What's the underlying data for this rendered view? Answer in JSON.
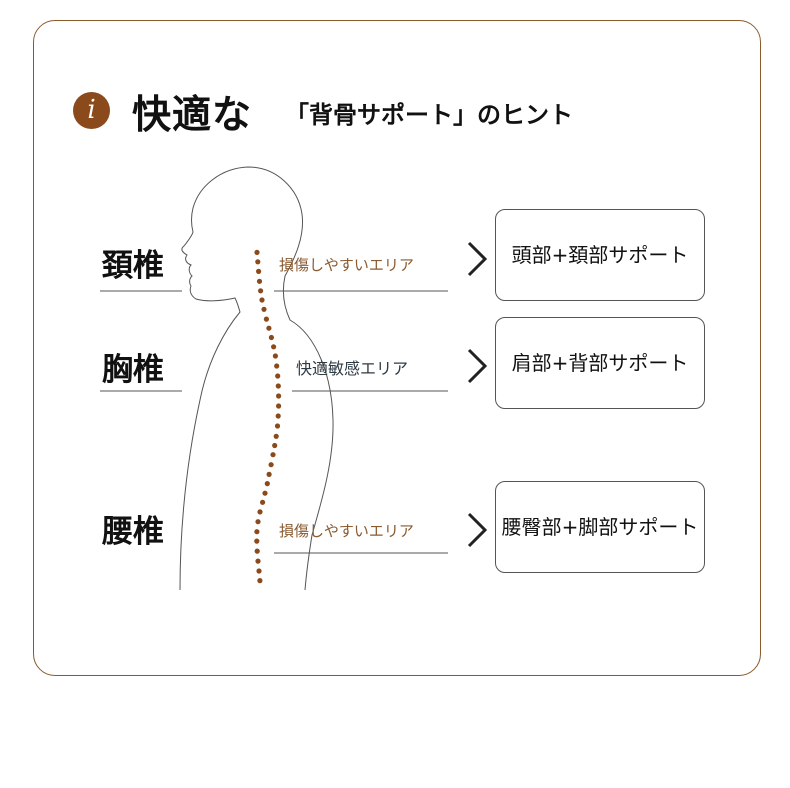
{
  "header": {
    "icon": "info-icon",
    "icon_glyph": "i",
    "title_main": "快適な",
    "title_sub": "「背骨サポート」のヒント"
  },
  "regions": [
    {
      "label": "頚椎",
      "hint": "損傷しやすいエリア",
      "support": "頭部+頚部サポート"
    },
    {
      "label": "胸椎",
      "hint": "快適敏感エリア",
      "support": "肩部+背部サポート"
    },
    {
      "label": "腰椎",
      "hint": "損傷しやすいエリア",
      "support": "腰臀部+脚部サポート"
    }
  ],
  "colors": {
    "accent": "#8b4a1c",
    "card_border": "#8a5a2b",
    "spine_dots": "#8b4a1c"
  }
}
